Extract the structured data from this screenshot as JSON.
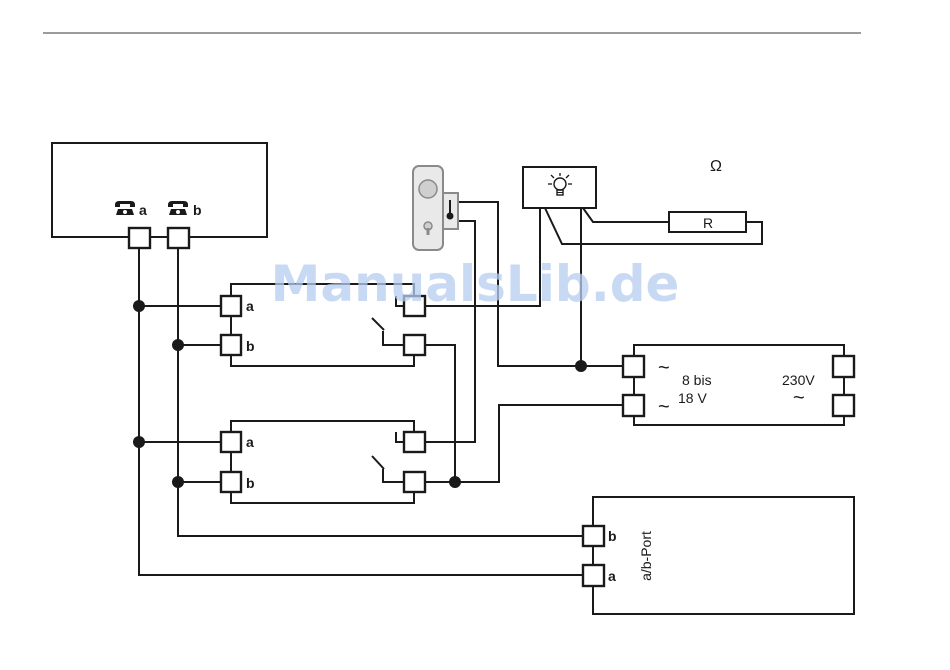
{
  "phone_terminals": {
    "a": "a",
    "b": "b"
  },
  "phone_icon": "telephone-icon",
  "relay_terminals": {
    "a": "a",
    "b": "b"
  },
  "lamp_icon": "light-bulb-icon",
  "door_opener_icon": "door-opener-icon",
  "resistor_label": "R",
  "ohm_label": "Ω",
  "transformer": {
    "secondary_label_1": "8 bis",
    "secondary_label_2": "18 V",
    "primary_label": "230V",
    "ac_symbol": "~"
  },
  "ab_port": {
    "label": "a/b-Port",
    "terminal_b": "b",
    "terminal_a": "a"
  },
  "watermark": "ManualsLib.de"
}
